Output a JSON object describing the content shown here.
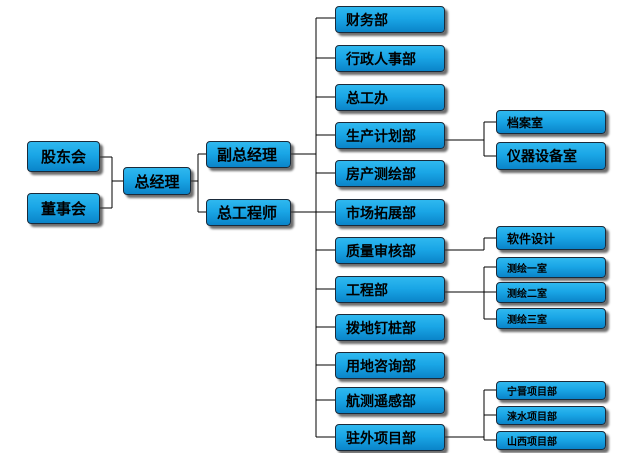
{
  "nodes": {
    "shareholders": "股东会",
    "board": "董事会",
    "general_manager": "总经理",
    "deputy_gm": "副总经理",
    "chief_engineer": "总工程师",
    "finance": "财务部",
    "admin_hr": "行政人事部",
    "chief_office": "总工办",
    "production_planning": "生产计划部",
    "real_estate_survey": "房产测绘部",
    "market_expansion": "市场拓展部",
    "quality_review": "质量审核部",
    "engineering": "工程部",
    "stakeout": "拨地钉桩部",
    "land_consulting": "用地咨询部",
    "aerial_remote_sensing": "航测遥感部",
    "field_projects": "驻外项目部",
    "archives_room": "档案室",
    "instrument_room": "仪器设备室",
    "software_design": "软件设计",
    "survey_room_1": "测绘一室",
    "survey_room_2": "测绘二室",
    "survey_room_3": "测绘三室",
    "ningjin_project": "宁晋项目部",
    "laishui_project": "涞水项目部",
    "shanxi_project": "山西项目部"
  },
  "colors": {
    "box_top": "#2fb8ef",
    "box_bottom": "#0a84c9",
    "connector": "#000000"
  }
}
